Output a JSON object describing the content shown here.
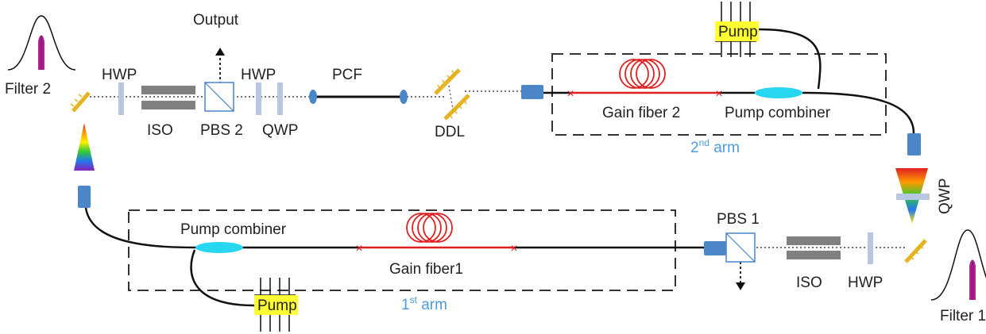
{
  "labels": {
    "filter2": "Filter 2",
    "hwp_top_left": "HWP",
    "output": "Output",
    "hwp_top_right": "HWP",
    "pcf": "PCF",
    "iso_top": "ISO",
    "pbs2": "PBS 2",
    "qwp_top": "QWP",
    "ddl": "DDL",
    "pump_top": "Pump",
    "gain_fiber_2": "Gain fiber 2",
    "pump_combiner_top": "Pump combiner",
    "arm2_num": "2",
    "arm2_sup": "nd",
    "arm2_word": " arm",
    "qwp_right": "QWP",
    "pump_combiner_bottom": "Pump combiner",
    "gain_fiber_1": "Gain fiber1",
    "pump_bottom": "Pump",
    "arm1_num": "1",
    "arm1_sup": "st",
    "arm1_word": " arm",
    "pbs1": "PBS 1",
    "iso_bottom": "ISO",
    "hwp_bottom": "HWP",
    "filter1": "Filter 1"
  },
  "colors": {
    "fiber": "#111111",
    "gain_fiber": "#e02020",
    "component_blue": "#4a86c8",
    "waveplate": "#b9c6e2",
    "isolator": "#808080",
    "combiner": "#27d7ef",
    "pump_highlight": "#ffff33",
    "arm_label": "#4f9bd9",
    "grating": "#e6b422"
  }
}
